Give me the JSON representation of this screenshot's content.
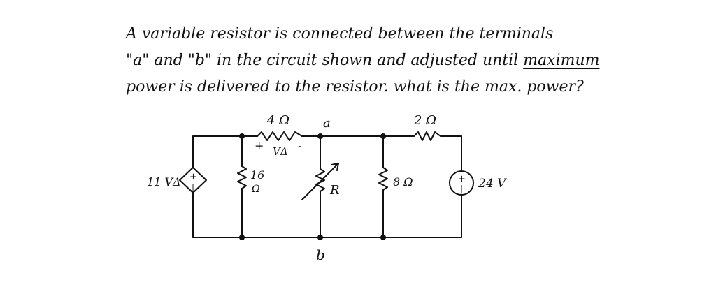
{
  "problem": {
    "line1": "A variable resistor is connected between the terminals",
    "line2_a": "\"a\" and \"b\" in the circuit shown and adjusted until ",
    "line2_b": "maximum",
    "line3": "power is delivered to the resistor. what is the max. power?"
  },
  "circuit": {
    "r_series_4": "4 Ω",
    "r_series_2": "2 Ω",
    "node_a": "a",
    "node_b": "b",
    "v_delta_plus": "+",
    "v_delta": "VΔ",
    "v_delta_minus": "-",
    "dep_source_label": "11 VΔ",
    "dep_source_plus": "+",
    "dep_source_minus": "|",
    "r_shunt_16_top": "16",
    "r_shunt_16_bottom": "Ω",
    "r_variable": "R",
    "r_shunt_8": "8 Ω",
    "v_source_label": "24 V",
    "v_source_plus": "+",
    "v_source_minus": "|"
  }
}
